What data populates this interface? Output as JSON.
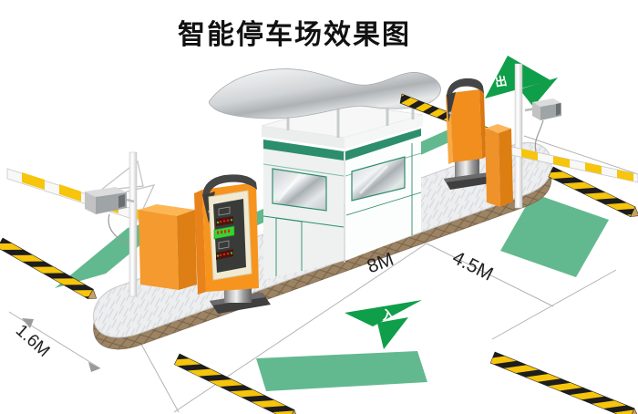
{
  "title": "智能停车场效果图",
  "dimensions": {
    "lane_length": "8M",
    "exit_lane_width": "4.5M",
    "island_width": "1.6M"
  },
  "signs": {
    "entry": "入",
    "exit": "出"
  },
  "colors": {
    "equipment_orange": "#f7941d",
    "equipment_orange_dark": "#dd7e13",
    "sign_green": "#0f9e49",
    "road_marking_green": "#63b98f",
    "booth_trim_green": "#2c8e6d",
    "warning_yellow": "#f6c50c",
    "warning_black": "#1d1d1d",
    "island_brick": "#9b8363",
    "island_surface": "#edeef0",
    "metal_gray": "#b9bcbe"
  }
}
